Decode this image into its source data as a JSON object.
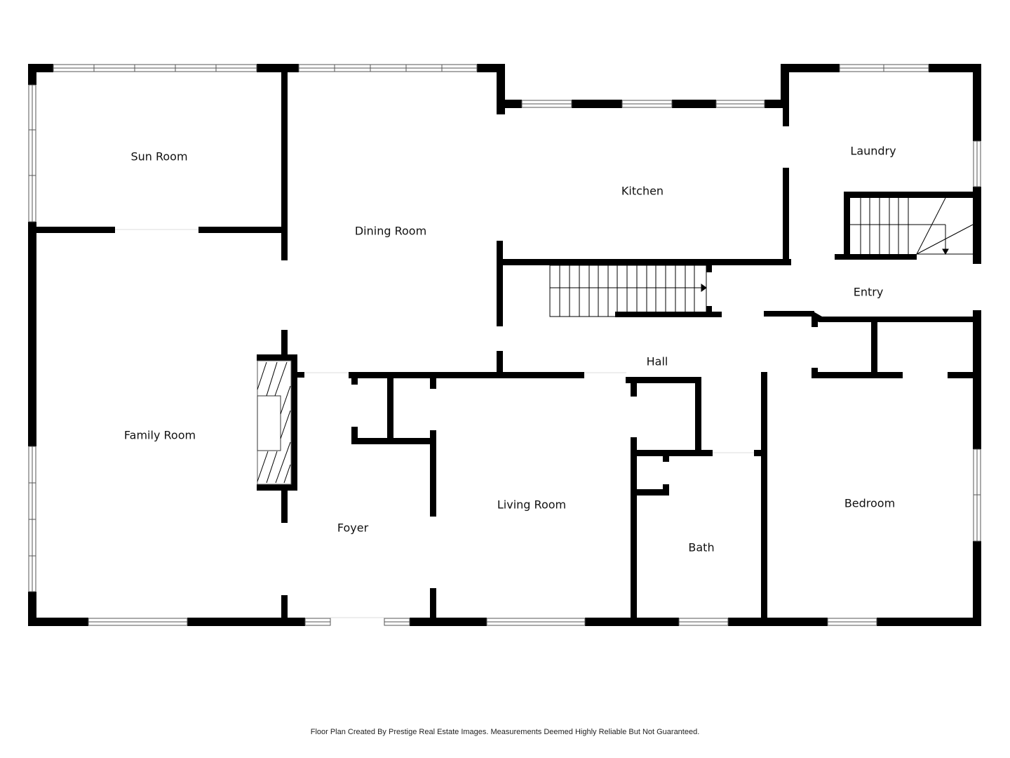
{
  "rooms": {
    "sun_room": "Sun Room",
    "dining_room": "Dining Room",
    "kitchen": "Kitchen",
    "laundry": "Laundry",
    "entry": "Entry",
    "hall": "Hall",
    "family_room": "Family Room",
    "foyer": "Foyer",
    "living_room": "Living Room",
    "bath": "Bath",
    "bedroom": "Bedroom"
  },
  "footer": {
    "disclaimer": "Floor Plan Created By Prestige Real Estate Images. Measurements Deemed Highly Reliable But Not Guaranteed."
  },
  "colors": {
    "wall": "#000000",
    "background": "#ffffff",
    "window_outline": "#555555"
  }
}
